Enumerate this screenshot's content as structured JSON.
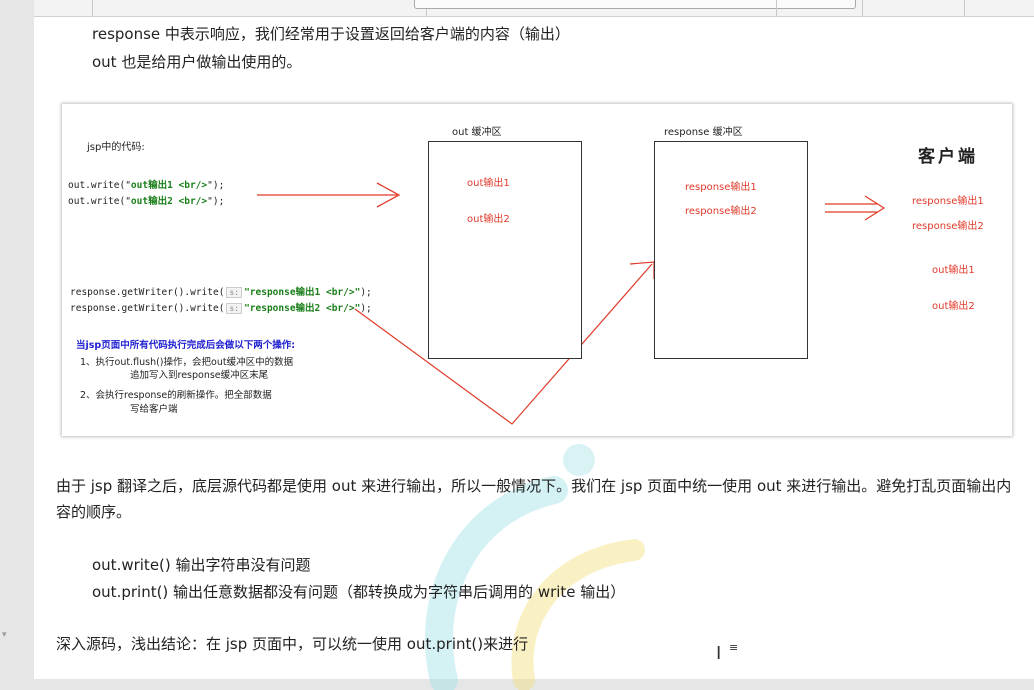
{
  "doc": {
    "intro_line1": "response 中表示响应，我们经常用于设置返回给客户端的内容（输出）",
    "intro_line2": "out 也是给用户做输出使用的。",
    "para1": "由于 jsp 翻译之后，底层源代码都是使用 out 来进行输出，所以一般情况下。我们在 jsp 页面中统一使用 out 来进行输出。避免打乱页面输出内容的顺序。",
    "bullet1": "out.write() 输出字符串没有问题",
    "bullet2": "out.print() 输出任意数据都没有问题（都转换成为字符串后调用的 write 输出）",
    "conclusion": "深入源码，浅出结论：在 jsp 页面中，可以统一使用 out.print()来进行"
  },
  "figure": {
    "jsp_code_label": "jsp中的代码:",
    "out_write1_prefix": "out.write(\"",
    "out_write1_str": "out输出1 <br/>",
    "out_write1_suffix": "\");",
    "out_write2_prefix": "out.write(\"",
    "out_write2_str": "out输出2 <br/>",
    "out_write2_suffix": "\");",
    "resp_write1_prefix": "response.getWriter().write(",
    "resp_write1_hint": "s:",
    "resp_write1_str": "\"response输出1 <br/>\"",
    "resp_write1_suffix": ");",
    "resp_write2_prefix": "response.getWriter().write(",
    "resp_write2_hint": "s:",
    "resp_write2_str": "\"response输出2 <br/>\"",
    "resp_write2_suffix": ");",
    "note_title": "当jsp页面中所有代码执行完成后会做以下两个操作:",
    "note_step1_a": "1、执行out.flush()操作，会把out缓冲区中的数据",
    "note_step1_b": "追加写入到response缓冲区末尾",
    "note_step2_a": "2、会执行response的刷新操作。把全部数据",
    "note_step2_b": "写给客户端",
    "out_buffer_title": "out 缓冲区",
    "out_buffer_items": [
      "out输出1",
      "out输出2"
    ],
    "response_buffer_title": "response 缓冲区",
    "response_buffer_items": [
      "response输出1",
      "response输出2"
    ],
    "client_title": "客户端",
    "client_items": [
      "response输出1",
      "response输出2",
      "out输出1",
      "out输出2"
    ]
  },
  "colors": {
    "accent_red": "#e03a2a",
    "code_green": "#1a7f1a",
    "note_blue": "#1f1fd0"
  },
  "icons": {
    "text_cursor": "i-beam-cursor-icon"
  }
}
